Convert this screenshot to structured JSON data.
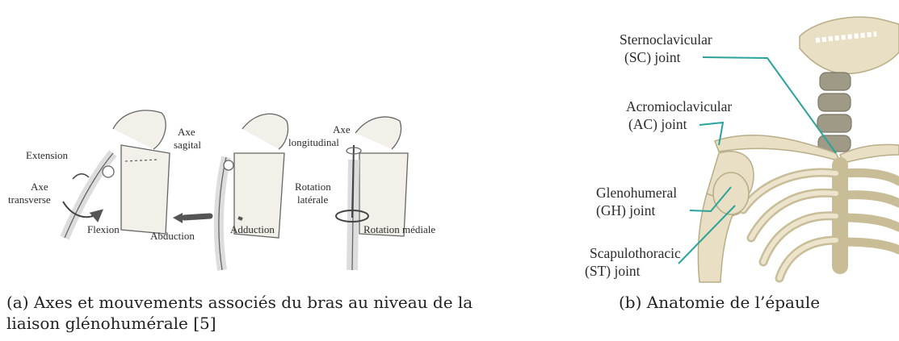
{
  "panel_a": {
    "figures": [
      {
        "labels": {
          "extension": "Extension",
          "axis": "Axe",
          "axis_name": "transverse",
          "flexion": "Flexion"
        }
      },
      {
        "labels": {
          "axis": "Axe",
          "axis_name": "sagital",
          "abduction": "Abduction",
          "adduction": "Adduction"
        }
      },
      {
        "labels": {
          "axis": "Axe",
          "axis_name": "longitudinal",
          "rotation": "Rotation",
          "lateral": "latérale",
          "medial": "Rotation médiale"
        }
      }
    ],
    "caption": "(a) Axes et mouvements associés du bras au niveau de la liaison glénohumérale [5]"
  },
  "panel_b": {
    "labels": [
      {
        "line1": "Sternoclavicular",
        "line2": "(SC) joint"
      },
      {
        "line1": "Acromioclavicular",
        "line2": "(AC) joint"
      },
      {
        "line1": "Glenohumeral",
        "line2": "(GH) joint"
      },
      {
        "line1": "Scapulothoracic",
        "line2": "(ST) joint"
      }
    ],
    "caption": "(b) Anatomie de l’épaule",
    "colors": {
      "bone": "#e8dfc4",
      "bone_shade": "#c9bd98",
      "spine": "#9e9a86",
      "leader": "#2aa39a"
    }
  }
}
